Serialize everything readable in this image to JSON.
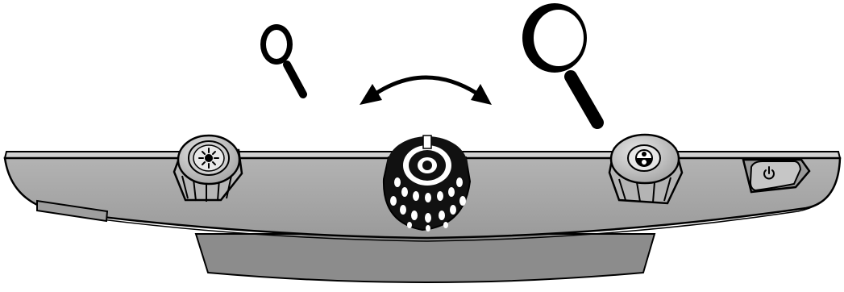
{
  "figure": {
    "type": "device-control-panel-illustration",
    "colors": {
      "panel_top": "#c9c9c9",
      "panel_front": "#a8a8a8",
      "tray": "#8c8c8c",
      "knob_gray": "#b4b4b4",
      "knob_dark": "#111111",
      "outline": "#000000"
    },
    "icons": {
      "small_magnifier": "magnifier-icon",
      "large_magnifier": "magnifier-icon",
      "rotation_arrow": "double-arrow-icon",
      "brightness_symbol": "sun-icon",
      "contrast_symbol": "contrast-icon",
      "power_symbol": "power-icon"
    },
    "controls": [
      {
        "id": "brightness-knob",
        "style": "gray"
      },
      {
        "id": "zoom-knob",
        "style": "black"
      },
      {
        "id": "mode-knob",
        "style": "gray"
      },
      {
        "id": "power-button",
        "style": "gray"
      }
    ]
  }
}
